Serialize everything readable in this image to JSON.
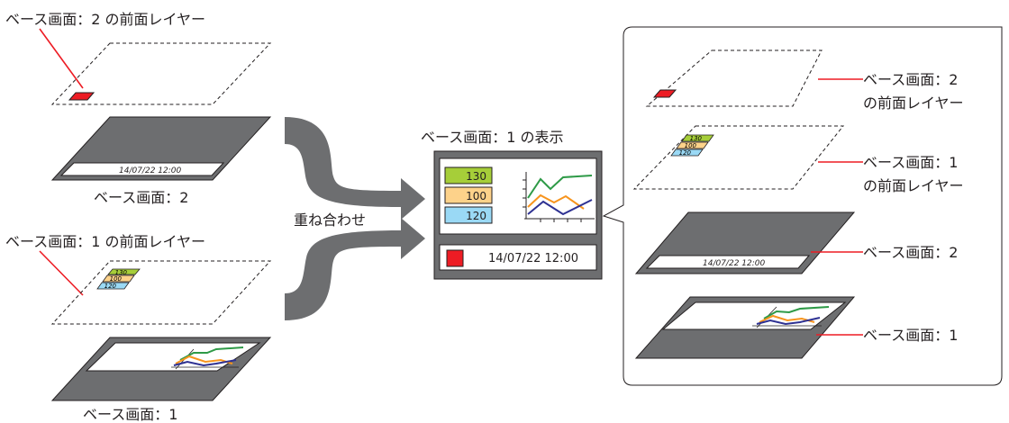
{
  "left": {
    "base2_front_label": "ベース画面：2 の前面レイヤー",
    "base2_label": "ベース画面：2",
    "base1_front_label": "ベース画面：1 の前面レイヤー",
    "base1_label": "ベース画面：1",
    "timestamp": "14/07/22 12:00",
    "values": [
      "130",
      "100",
      "120"
    ]
  },
  "center": {
    "overlay_label": "重ね合わせ",
    "display_label": "ベース画面：1 の表示",
    "values": [
      "130",
      "100",
      "120"
    ],
    "timestamp": "14/07/22 12:00"
  },
  "right": {
    "layer1_line1": "ベース画面：2",
    "layer1_line2": "の前面レイヤー",
    "layer2_line1": "ベース画面：1",
    "layer2_line2": "の前面レイヤー",
    "layer3": "ベース画面：2",
    "layer4": "ベース画面：1",
    "values": [
      "130",
      "100",
      "120"
    ],
    "timestamp": "14/07/22 12:00"
  },
  "colors": {
    "gray": "#6d6e70",
    "dark": "#4d4d4f",
    "red": "#ed1c24",
    "green_line": "#2e9a47",
    "orange_line": "#f7941d",
    "navy_line": "#2e3192",
    "green_fill": "#a6ce39",
    "orange_fill": "#fdd28a",
    "blue_fill": "#9ad9f5"
  }
}
